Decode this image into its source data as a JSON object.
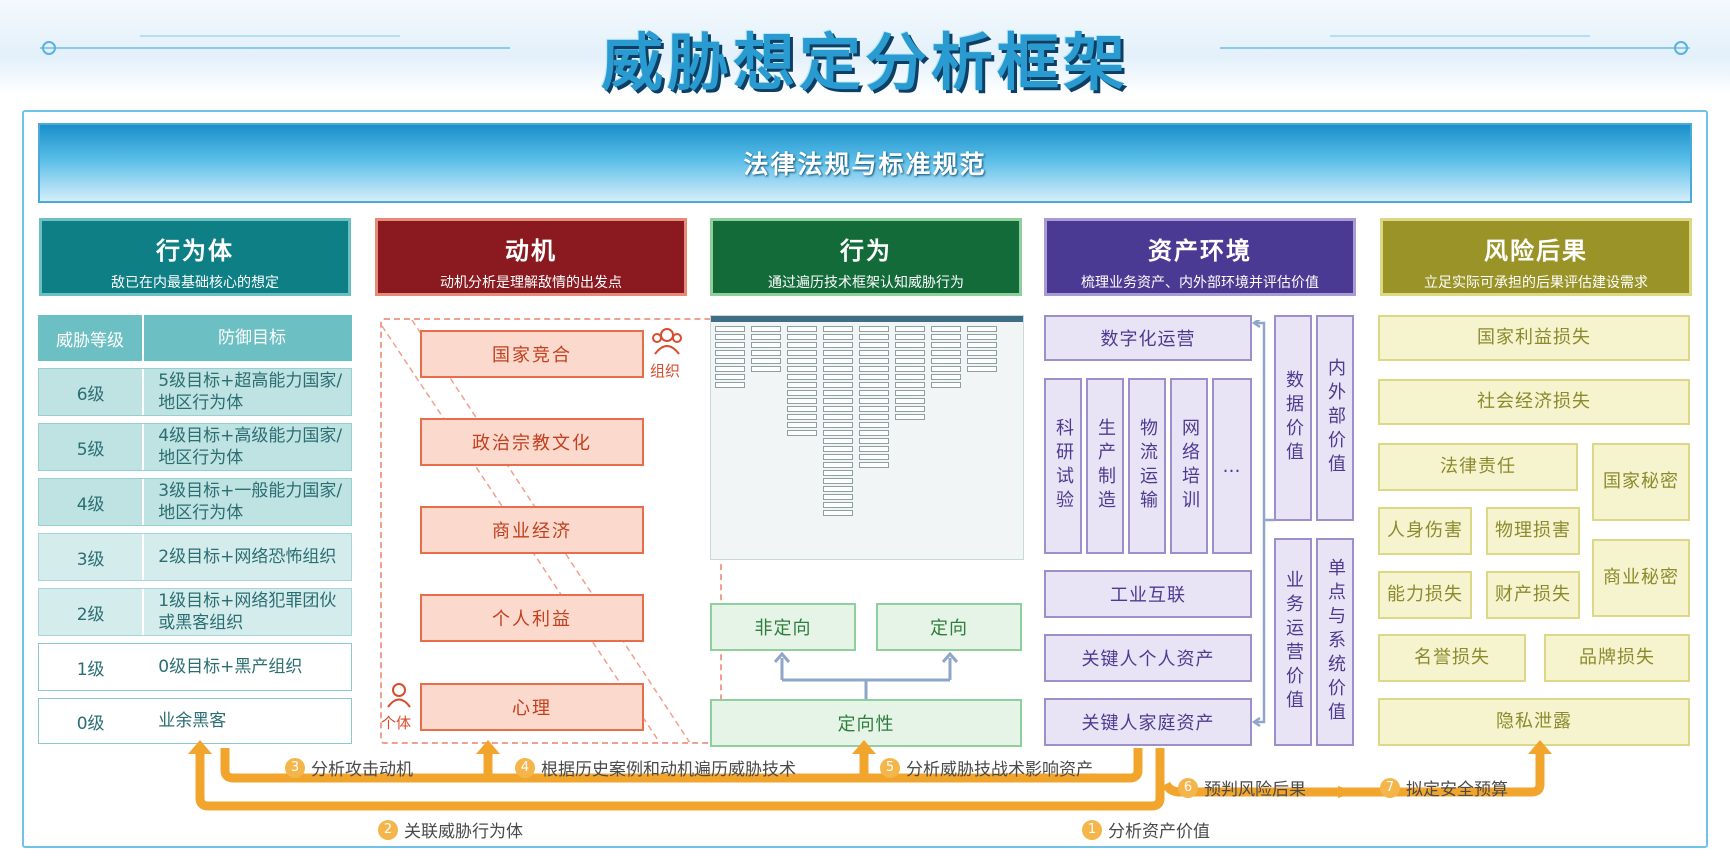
{
  "title": "威胁想定分析框架",
  "law_banner": "法律法规与标准规范",
  "columns": {
    "actor": {
      "title": "行为体",
      "subtitle": "敌已在内最基础核心的想定",
      "color": "#0f7f86"
    },
    "motive": {
      "title": "动机",
      "subtitle": "动机分析是理解敌情的出发点",
      "color": "#8a1a1f"
    },
    "behavior": {
      "title": "行为",
      "subtitle": "通过遍历技术框架认知威胁行为",
      "color": "#136b3a"
    },
    "asset": {
      "title": "资产环境",
      "subtitle": "梳理业务资产、内外部环境并评估价值",
      "color": "#4b3a93"
    },
    "risk": {
      "title": "风险后果",
      "subtitle": "立足实际可承担的后果评估建设需求",
      "color": "#9a9428"
    }
  },
  "actor_table": {
    "headers": [
      "威胁等级",
      "防御目标"
    ],
    "rows": [
      {
        "level": "6级",
        "target": "5级目标+超高能力国家/地区行为体"
      },
      {
        "level": "5级",
        "target": "4级目标+高级能力国家/地区行为体"
      },
      {
        "level": "4级",
        "target": "3级目标+一般能力国家/地区行为体"
      },
      {
        "level": "3级",
        "target": "2级目标+网络恐怖组织"
      },
      {
        "level": "2级",
        "target": "1级目标+网络犯罪团伙或黑客组织"
      },
      {
        "level": "1级",
        "target": "0级目标+黑产组织"
      },
      {
        "level": "0级",
        "target": "业余黑客"
      }
    ]
  },
  "motives": [
    "国家竞合",
    "政治宗教文化",
    "商业经济",
    "个人利益",
    "心理"
  ],
  "motive_labels": {
    "org": "组织",
    "individual": "个体"
  },
  "behavior": {
    "untargeted": "非定向",
    "targeted": "定向",
    "directionality": "定向性"
  },
  "assets": {
    "digital_ops": "数字化运营",
    "columns": [
      "科研试验",
      "生产制造",
      "物流运输",
      "网络培训",
      "…"
    ],
    "industrial": "工业互联",
    "key_person": "关键人个人资产",
    "key_family": "关键人家庭资产",
    "data_value": "数据价值",
    "inout_value": "内外部价值",
    "biz_value": "业务运营价值",
    "single_value": "单点与系统价值"
  },
  "risks": {
    "national_interest": "国家利益损失",
    "socio_economic": "社会经济损失",
    "legal": "法律责任",
    "state_secret": "国家秘密",
    "personal_injury": "人身伤害",
    "physical_damage": "物理损害",
    "capability": "能力损失",
    "property": "财产损失",
    "commercial_secret": "商业秘密",
    "reputation": "名誉损失",
    "brand": "品牌损失",
    "privacy": "隐私泄露"
  },
  "flows": {
    "f1": {
      "num": "1",
      "text": "分析资产价值"
    },
    "f2": {
      "num": "2",
      "text": "关联威胁行为体"
    },
    "f3": {
      "num": "3",
      "text": "分析攻击动机"
    },
    "f4": {
      "num": "4",
      "text": "根据历史案例和动机遍历威胁技术"
    },
    "f5": {
      "num": "5",
      "text": "分析威胁技战术影响资产"
    },
    "f6": {
      "num": "6",
      "text": "预判风险后果"
    },
    "f7": {
      "num": "7",
      "text": "拟定安全预算"
    }
  },
  "colors": {
    "flow": "#f2a52c",
    "arrow_gray": "#8fa6c9",
    "frame": "#6fc3e8"
  }
}
